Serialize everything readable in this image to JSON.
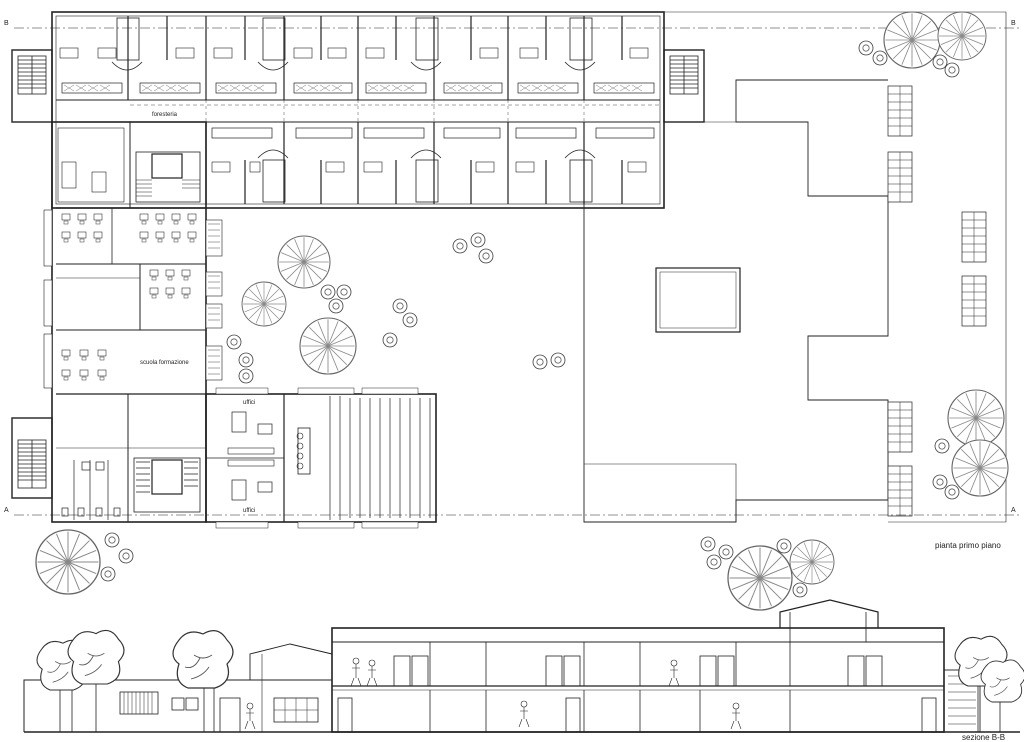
{
  "plan": {
    "caption": "pianta primo piano",
    "rooms": {
      "foresteria": "foresteria",
      "scuola_formazione": "scuola formazione",
      "uffici_top": "uffici",
      "uffici_bottom": "uffici"
    },
    "section_markers": {
      "b_left": "B",
      "b_right": "B",
      "a_left": "A",
      "a_right": "A"
    }
  },
  "section": {
    "caption": "sezione B-B"
  }
}
